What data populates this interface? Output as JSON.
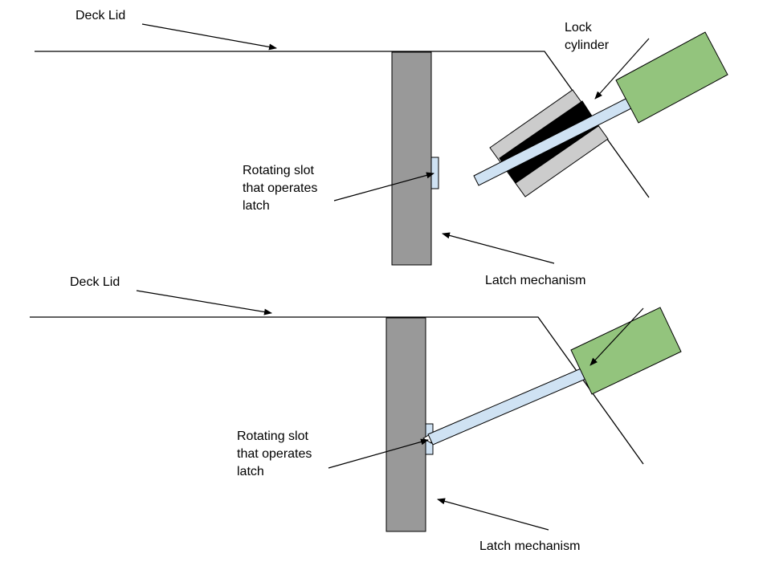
{
  "colors": {
    "background": "#ffffff",
    "line": "#000000",
    "latch_body": "#999999",
    "lock_housing": "#cccccc",
    "lock_core": "#000000",
    "lock_cylinder": "#93c47d",
    "shaft": "#cfe2f3"
  },
  "top": {
    "deck_lid_label": "Deck Lid",
    "lock_cylinder_label_line1": "Lock",
    "lock_cylinder_label_line2": "cylinder",
    "slot_label_line1": "Rotating slot",
    "slot_label_line2": "that operates",
    "slot_label_line3": "latch",
    "latch_label": "Latch mechanism"
  },
  "bottom": {
    "deck_lid_label": "Deck Lid",
    "slot_label_line1": "Rotating slot",
    "slot_label_line2": "that operates",
    "slot_label_line3": "latch",
    "latch_label": "Latch mechanism"
  }
}
